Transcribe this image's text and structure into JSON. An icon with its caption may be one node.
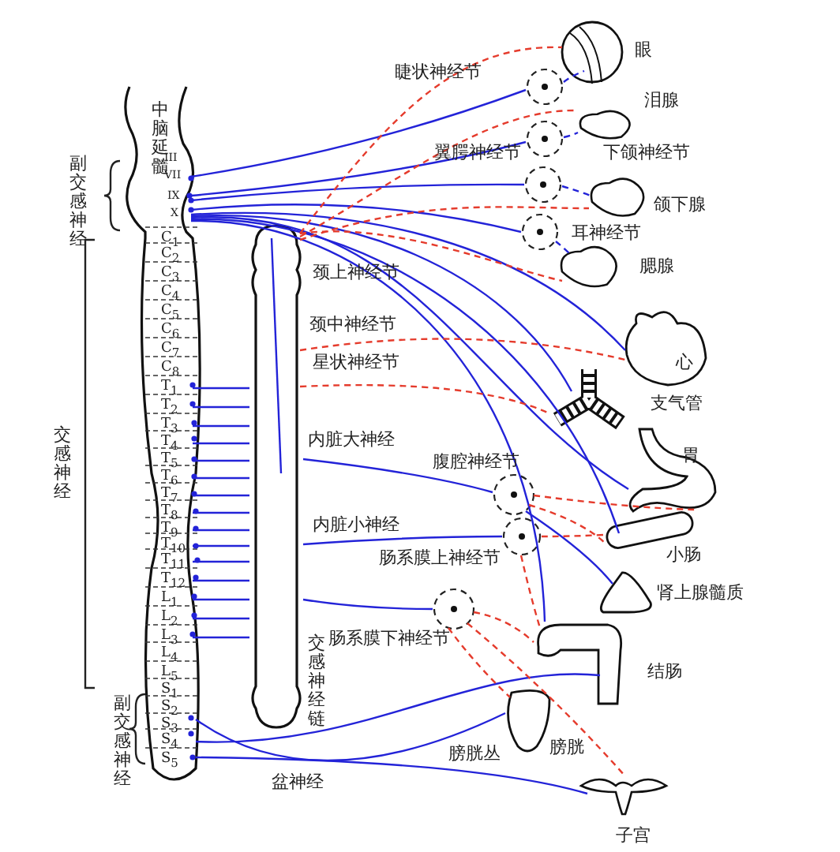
{
  "diagram": {
    "nodes": [
      {
        "text": [
          "中脑延髓"
        ]
      },
      {
        "text": [
          "交感神经链"
        ],
        "beside": [
          "颈上神经节",
          "颈中神经节",
          "星状神经节"
        ]
      },
      {
        "text": [
          "睫状神经节"
        ]
      },
      {
        "text": [
          "翼腭神经节"
        ]
      },
      {
        "text": [
          "下颌神经节"
        ]
      },
      {
        "text": [
          "耳神经节"
        ]
      },
      {
        "text": [
          "腹腔神经节"
        ]
      },
      {
        "text": [
          "肠系膜上神经节"
        ]
      },
      {
        "text": [
          "肠系膜下神经节"
        ]
      },
      {
        "text": [
          "眼"
        ]
      },
      {
        "text": [
          "泪腺"
        ]
      },
      {
        "text": [
          "颌下腺"
        ]
      },
      {
        "text": [
          "腮腺"
        ]
      },
      {
        "text": [
          "心"
        ]
      },
      {
        "text": [
          "支气管"
        ]
      },
      {
        "text": [
          "胃"
        ]
      },
      {
        "text": [
          "小肠"
        ]
      },
      {
        "text": [
          "肾上腺髓质"
        ]
      },
      {
        "text": [
          "结肠"
        ]
      },
      {
        "text": [
          "膀胱"
        ]
      },
      {
        "text": [
          "子宫"
        ]
      }
    ],
    "edges": [
      {
        "from": 0,
        "to": 2,
        "arrow": "none"
      },
      {
        "from": 0,
        "to": 3,
        "arrow": "none"
      },
      {
        "from": 0,
        "to": 4,
        "arrow": "none"
      },
      {
        "from": 0,
        "to": 5,
        "arrow": "none"
      },
      {
        "from": 2,
        "to": 9,
        "arrow": "none",
        "style": "dashed"
      },
      {
        "from": 3,
        "to": 10,
        "arrow": "none",
        "style": "dashed"
      },
      {
        "from": 4,
        "to": 11,
        "arrow": "none",
        "style": "dashed"
      },
      {
        "from": 5,
        "to": 12,
        "arrow": "none",
        "style": "dashed"
      },
      {
        "from": 0,
        "to": 13,
        "arrow": "none"
      },
      {
        "from": 0,
        "to": 14,
        "arrow": "none"
      },
      {
        "from": 0,
        "to": 15,
        "arrow": "none"
      },
      {
        "from": 0,
        "to": 16,
        "arrow": "none"
      },
      {
        "from": 0,
        "to": 18,
        "arrow": "none"
      },
      {
        "from": 0,
        "to": 1,
        "arrow": "none"
      },
      {
        "from": 1,
        "to": 6,
        "arrow": "none"
      },
      {
        "from": 1,
        "to": 7,
        "arrow": "none"
      },
      {
        "from": 1,
        "to": 8,
        "arrow": "none"
      },
      {
        "from": 6,
        "to": 17,
        "arrow": "none"
      },
      {
        "from": 0,
        "to": 19,
        "arrow": "none"
      },
      {
        "from": 0,
        "to": 18,
        "arrow": "none"
      },
      {
        "from": 0,
        "to": 20,
        "arrow": "none"
      },
      {
        "from": 1,
        "to": 9,
        "arrow": "none",
        "style": "dashed",
        "color": "#e53b2c"
      },
      {
        "from": 1,
        "to": 10,
        "arrow": "none",
        "style": "dashed",
        "color": "#e53b2c"
      },
      {
        "from": 1,
        "to": 11,
        "arrow": "none",
        "style": "dashed",
        "color": "#e53b2c"
      },
      {
        "from": 1,
        "to": 12,
        "arrow": "none",
        "style": "dashed",
        "color": "#e53b2c"
      },
      {
        "from": 1,
        "to": 13,
        "arrow": "none",
        "style": "dashed",
        "color": "#e53b2c"
      },
      {
        "from": 1,
        "to": 14,
        "arrow": "none",
        "style": "dashed",
        "color": "#e53b2c"
      },
      {
        "from": 6,
        "to": 15,
        "arrow": "none",
        "style": "dashed",
        "color": "#e53b2c"
      },
      {
        "from": 6,
        "to": 16,
        "arrow": "none",
        "style": "dashed",
        "color": "#e53b2c"
      },
      {
        "from": 7,
        "to": 16,
        "arrow": "none",
        "style": "dashed",
        "color": "#e53b2c"
      },
      {
        "from": 7,
        "to": 18,
        "arrow": "none",
        "style": "dashed",
        "color": "#e53b2c"
      },
      {
        "from": 8,
        "to": 18,
        "arrow": "none",
        "style": "dashed",
        "color": "#e53b2c"
      },
      {
        "from": 8,
        "to": 19,
        "arrow": "none",
        "style": "dashed",
        "color": "#e53b2c"
      },
      {
        "from": 8,
        "to": 20,
        "arrow": "none",
        "style": "dashed",
        "color": "#e53b2c"
      }
    ],
    "labels": [
      "III",
      "VII",
      "IX",
      "X",
      "C$_{1}$",
      "C$_{2}$",
      "C$_{3}$",
      "C$_{4}$",
      "C$_{5}$",
      "C$_{6}$",
      "C$_{7}$",
      "C$_{8}$",
      "T$_{1}$",
      "T$_{2}$",
      "T$_{3}$",
      "T$_{4}$",
      "T$_{5}$",
      "T$_{6}$",
      "T$_{7}$",
      "T$_{8}$",
      "T$_{9}$",
      "T$_{10}$",
      "T$_{11}$",
      "T$_{12}$",
      "L$_{1}$",
      "L$_{2}$",
      "L$_{3}$",
      "L$_{4}$",
      "L$_{5}$",
      "S$_{1}$",
      "S$_{2}$",
      "S$_{3}$",
      "S$_{4}$",
      "S$_{5}$",
      "副交感神经",
      "交感神经",
      "副交感神经",
      "内脏大神经",
      "内脏小神经",
      "盆神经",
      "膀胱丛"
    ]
  }
}
